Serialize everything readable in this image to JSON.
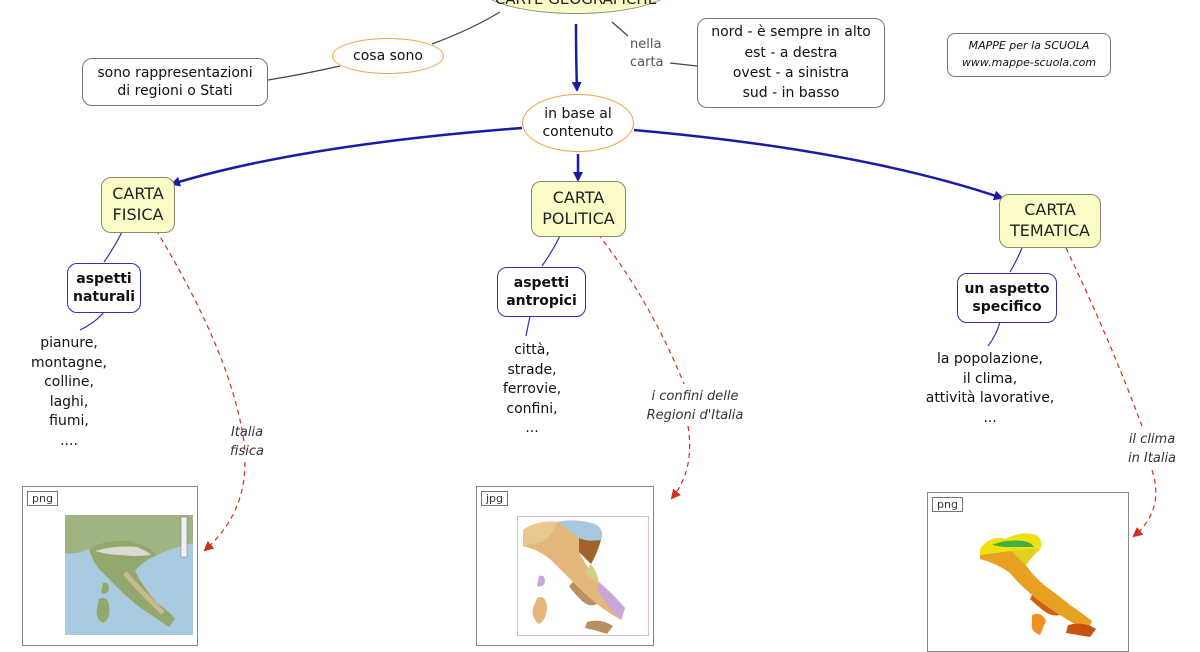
{
  "title": "CARTE GEOGRAFICHE",
  "nodes": {
    "cosa_sono": "cosa sono",
    "definizione": "sono rappresentazioni\ndi regioni o Stati",
    "nella_carta": "nella\ncarta",
    "orientamento": "nord - è sempre in alto\nest - a destra\novest -  a sinistra\nsud - in basso",
    "in_base": "in base al\ncontenuto",
    "logo": "MAPPE per la SCUOLA\nwww.mappe-scuola.com"
  },
  "branches": [
    {
      "title": "CARTA\nFISICA",
      "aspect": "aspetti\nnaturali",
      "items": "pianure,\nmontagne,\ncolline,\nlaghi,\nfiumi,\n....",
      "resource_label": "Italia\nfisica",
      "file_type": "png"
    },
    {
      "title": "CARTA\nPOLITICA",
      "aspect": "aspetti\nantropici",
      "items": "città,\nstrade,\nferrovie,\nconfini,\n...",
      "resource_label": "i confini delle\nRegioni d'Italia",
      "file_type": "jpg"
    },
    {
      "title": "CARTA\nTEMATICA",
      "aspect": "un aspetto\nspecifico",
      "items": "la popolazione,\nil clima,\nattività lavorative,\n...",
      "resource_label": "il clima\nin Italia",
      "file_type": "png"
    }
  ],
  "colors": {
    "concept_fill": "#fbfbc8",
    "link_blue": "#1a1aa8",
    "dashed_red": "#d03020",
    "ellipse_border": "#f0a040"
  }
}
